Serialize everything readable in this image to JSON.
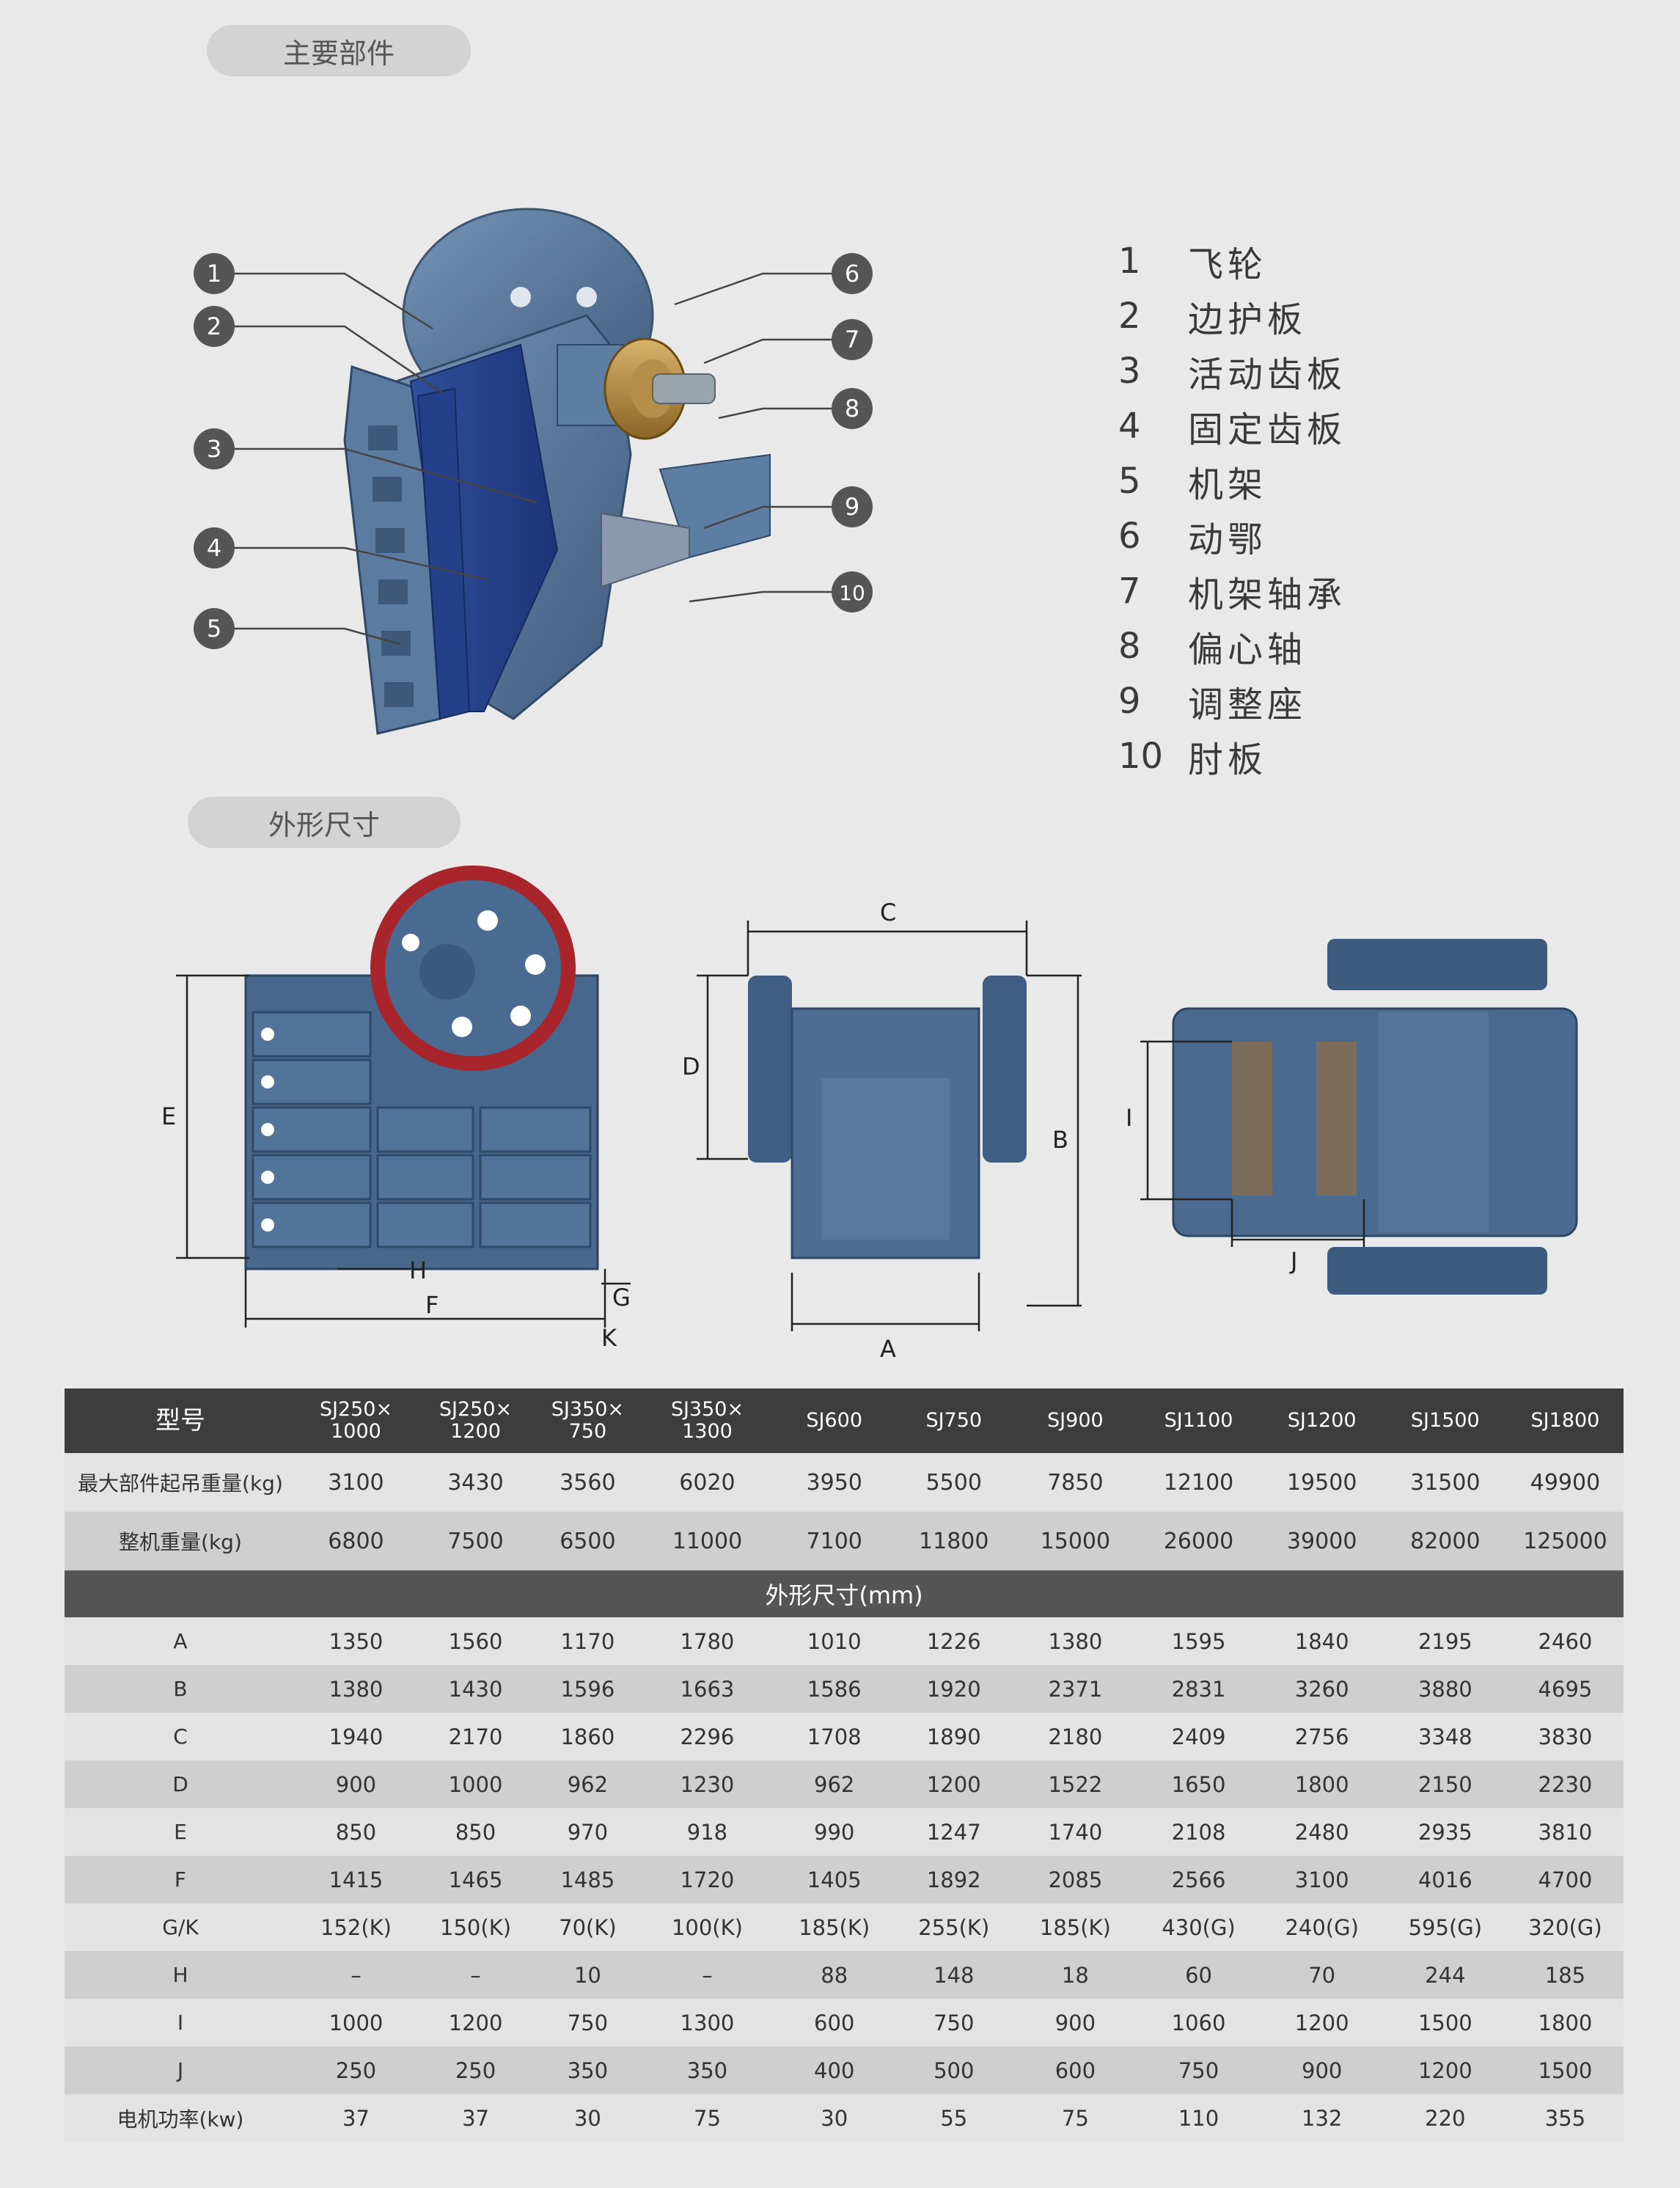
{
  "sections": {
    "components_title": "主要部件",
    "dimensions_title": "外形尺寸"
  },
  "parts": [
    {
      "num": "1",
      "name": "飞轮"
    },
    {
      "num": "2",
      "name": "边护板"
    },
    {
      "num": "3",
      "name": "活动齿板"
    },
    {
      "num": "4",
      "name": "固定齿板"
    },
    {
      "num": "5",
      "name": "机架"
    },
    {
      "num": "6",
      "name": "动鄂"
    },
    {
      "num": "7",
      "name": "机架轴承"
    },
    {
      "num": "8",
      "name": "偏心轴"
    },
    {
      "num": "9",
      "name": "调整座"
    },
    {
      "num": "10",
      "name": "肘板"
    }
  ],
  "dimension_labels": {
    "side": {
      "E": "E",
      "F": "F",
      "H": "H",
      "G": "G",
      "K": "K"
    },
    "front": {
      "C": "C",
      "D": "D",
      "B": "B",
      "A": "A"
    },
    "top": {
      "I": "I",
      "J": "J"
    }
  },
  "colors": {
    "machine_blue": "#4f6f93",
    "flywheel_red": "#a8252b",
    "header_dark": "#3d3d3d"
  },
  "table": {
    "header_label": "型号",
    "models": [
      "SJ250×\n1000",
      "SJ250×\n1200",
      "SJ350×\n750",
      "SJ350×\n1300",
      "SJ600",
      "SJ750",
      "SJ900",
      "SJ1100",
      "SJ1200",
      "SJ1500",
      "SJ1800"
    ],
    "weight_rows": [
      {
        "label": "最大部件起吊重量(kg)",
        "values": [
          "3100",
          "3430",
          "3560",
          "6020",
          "3950",
          "5500",
          "7850",
          "12100",
          "19500",
          "31500",
          "49900"
        ]
      },
      {
        "label": "整机重量(kg)",
        "values": [
          "6800",
          "7500",
          "6500",
          "11000",
          "7100",
          "11800",
          "15000",
          "26000",
          "39000",
          "82000",
          "125000"
        ]
      }
    ],
    "subheader": "外形尺寸(mm)",
    "dim_rows": [
      {
        "label": "A",
        "values": [
          "1350",
          "1560",
          "1170",
          "1780",
          "1010",
          "1226",
          "1380",
          "1595",
          "1840",
          "2195",
          "2460"
        ]
      },
      {
        "label": "B",
        "values": [
          "1380",
          "1430",
          "1596",
          "1663",
          "1586",
          "1920",
          "2371",
          "2831",
          "3260",
          "3880",
          "4695"
        ]
      },
      {
        "label": "C",
        "values": [
          "1940",
          "2170",
          "1860",
          "2296",
          "1708",
          "1890",
          "2180",
          "2409",
          "2756",
          "3348",
          "3830"
        ]
      },
      {
        "label": "D",
        "values": [
          "900",
          "1000",
          "962",
          "1230",
          "962",
          "1200",
          "1522",
          "1650",
          "1800",
          "2150",
          "2230"
        ]
      },
      {
        "label": "E",
        "values": [
          "850",
          "850",
          "970",
          "918",
          "990",
          "1247",
          "1740",
          "2108",
          "2480",
          "2935",
          "3810"
        ]
      },
      {
        "label": "F",
        "values": [
          "1415",
          "1465",
          "1485",
          "1720",
          "1405",
          "1892",
          "2085",
          "2566",
          "3100",
          "4016",
          "4700"
        ]
      },
      {
        "label": "G/K",
        "values": [
          "152(K)",
          "150(K)",
          "70(K)",
          "100(K)",
          "185(K)",
          "255(K)",
          "185(K)",
          "430(G)",
          "240(G)",
          "595(G)",
          "320(G)"
        ]
      },
      {
        "label": "H",
        "values": [
          "–",
          "–",
          "10",
          "–",
          "88",
          "148",
          "18",
          "60",
          "70",
          "244",
          "185"
        ]
      },
      {
        "label": "I",
        "values": [
          "1000",
          "1200",
          "750",
          "1300",
          "600",
          "750",
          "900",
          "1060",
          "1200",
          "1500",
          "1800"
        ]
      },
      {
        "label": "J",
        "values": [
          "250",
          "250",
          "350",
          "350",
          "400",
          "500",
          "600",
          "750",
          "900",
          "1200",
          "1500"
        ]
      },
      {
        "label": "电机功率(kw)",
        "values": [
          "37",
          "37",
          "30",
          "75",
          "30",
          "55",
          "75",
          "110",
          "132",
          "220",
          "355"
        ]
      }
    ]
  }
}
